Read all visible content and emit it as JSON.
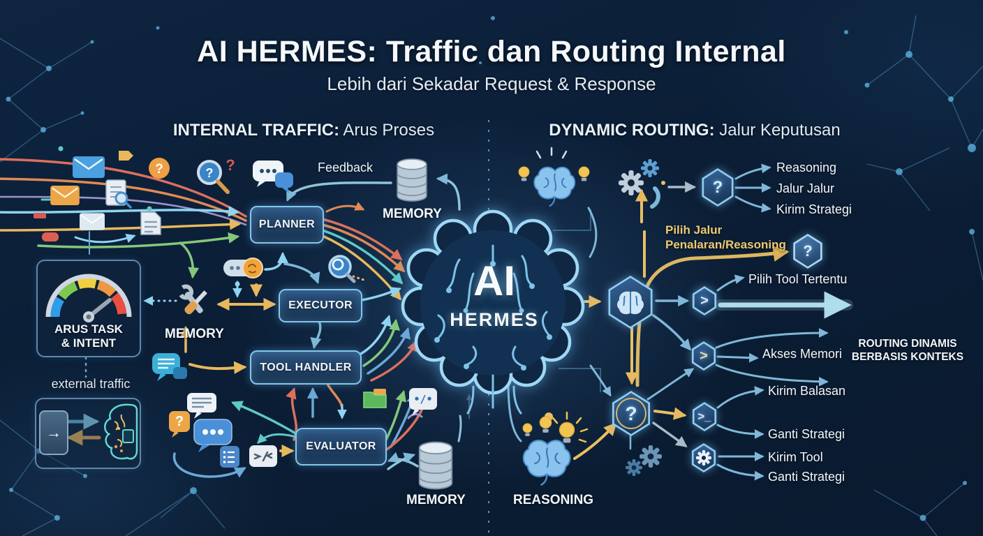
{
  "title": "AI HERMES: Traffic dan Routing Internal",
  "subtitle": "Lebih dari Sekadar Request & Response",
  "sections": {
    "internal": {
      "bold": "INTERNAL TRAFFIC:",
      "rest": " Arus Proses"
    },
    "dynamic": {
      "bold": "DYNAMIC ROUTING:",
      "rest": " Jalur Keputusan"
    }
  },
  "nodes": {
    "planner": "PLANNER",
    "executor": "EXECUTOR",
    "tool_handler": "TOOL HANDLER",
    "evaluator": "EVALUATOR",
    "memory_top": "MEMORY",
    "memory_mid": "MEMORY",
    "memory_bottom": "MEMORY",
    "feedback": "Feedback",
    "gauge": {
      "line1": "ARUS TASK",
      "line2": "& INTENT"
    },
    "external_traffic": "external traffic",
    "reasoning": "REASONING"
  },
  "center": {
    "line1": "AI",
    "line2": "HERMES"
  },
  "routing": {
    "top_branches": [
      "Reasoning",
      "Jalur Jalur",
      "Kirim Strategi"
    ],
    "pilih_jalur": {
      "line1": "Pilih Jalur",
      "line2": "Penalaran/Reasoning"
    },
    "pilih_tool": "Pilih Tool Tertentu",
    "akses_memori": "Akses Memori",
    "routing_caption": {
      "line1": "ROUTING DINAMIS",
      "line2": "BERBASIS KONTEKS"
    },
    "responder_branches": [
      "Kirim Balasan",
      "Ganti Strategi"
    ],
    "tool_branches": [
      "Kirim Tool",
      "Ganti Strategi"
    ]
  },
  "glyphs": {
    "question": "?",
    "chevron": ">",
    "underscore": "_",
    "arrow_right": "→"
  },
  "colors": {
    "background": "#0c2038",
    "accent_cyan": "#8fd4f0",
    "accent_gold": "#e8b95c",
    "accent_orange": "#e08a54",
    "accent_red": "#dd6f5c",
    "accent_green": "#84c87c",
    "accent_blue": "#6aa9d8",
    "panel_border": "#7ec3ea"
  }
}
